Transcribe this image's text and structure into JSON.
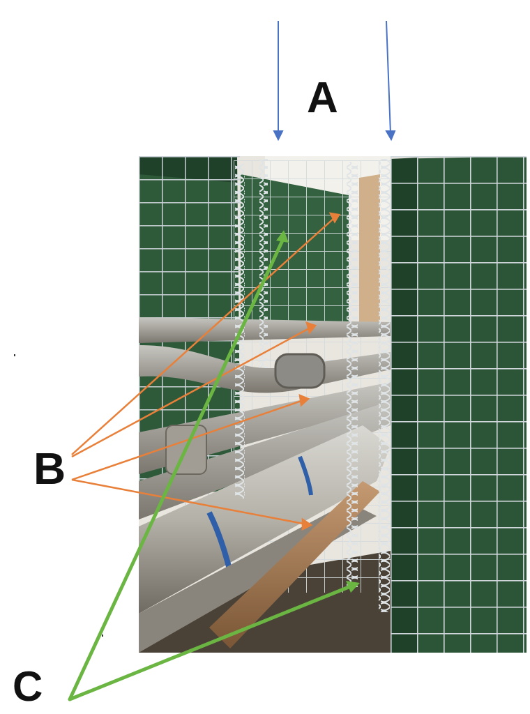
{
  "labels": {
    "a": "A",
    "b": "B",
    "c": "C"
  },
  "colors": {
    "arrow_a": "#4a72c4",
    "arrow_b": "#e8803a",
    "arrow_c": "#6bb543",
    "fabric_green": "#2e5a3a",
    "fabric_dark": "#1f4029",
    "mesh_steel": "#c9d1d6",
    "pipe_light": "#b8b6ae",
    "pipe_dark": "#7d7870",
    "pipe_rust": "#9a7350",
    "ground": "#4a4237",
    "sky": "#f3f1ec"
  },
  "icons": {
    "spring_coil": "spring-coil-icon"
  }
}
